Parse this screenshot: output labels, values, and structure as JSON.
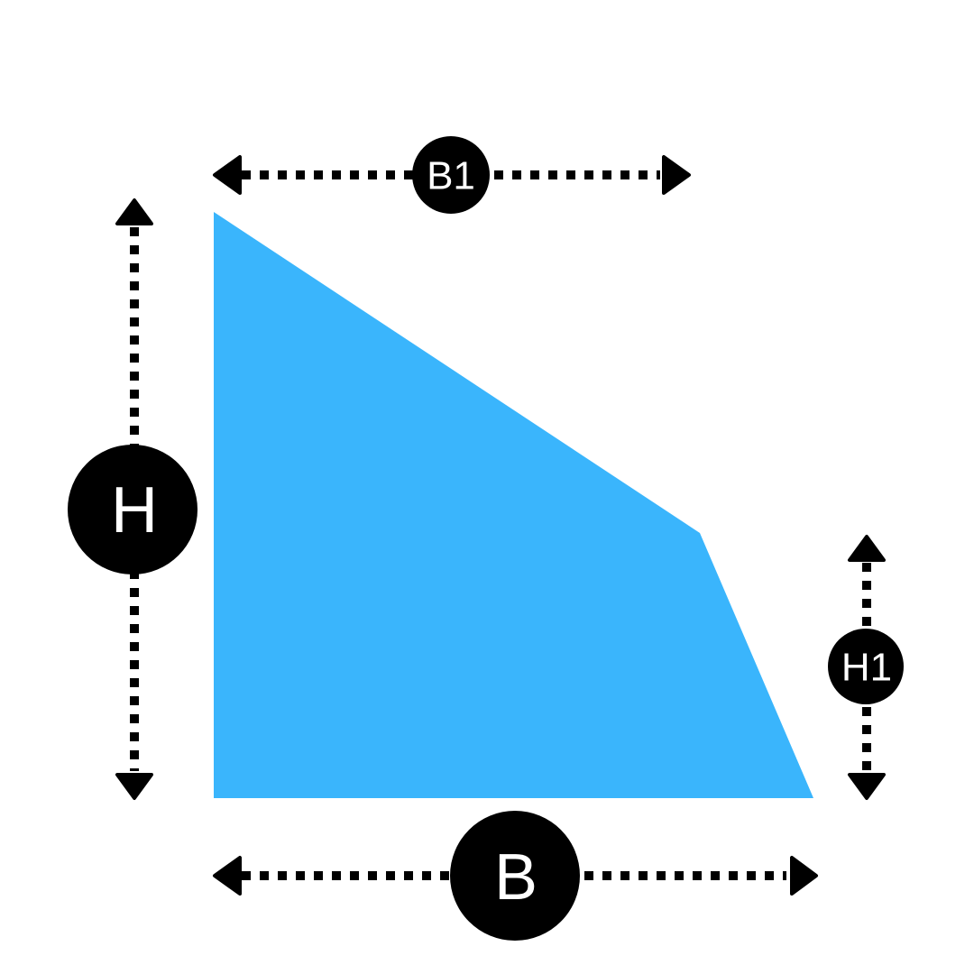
{
  "colors": {
    "shape_fill": "#3AB5FC",
    "ink": "#000000",
    "label_text": "#FFFFFF",
    "background": "#FFFFFF"
  },
  "dimensions": {
    "top_width": "B1",
    "total_height": "H",
    "side_height": "H1",
    "base_width": "B"
  }
}
